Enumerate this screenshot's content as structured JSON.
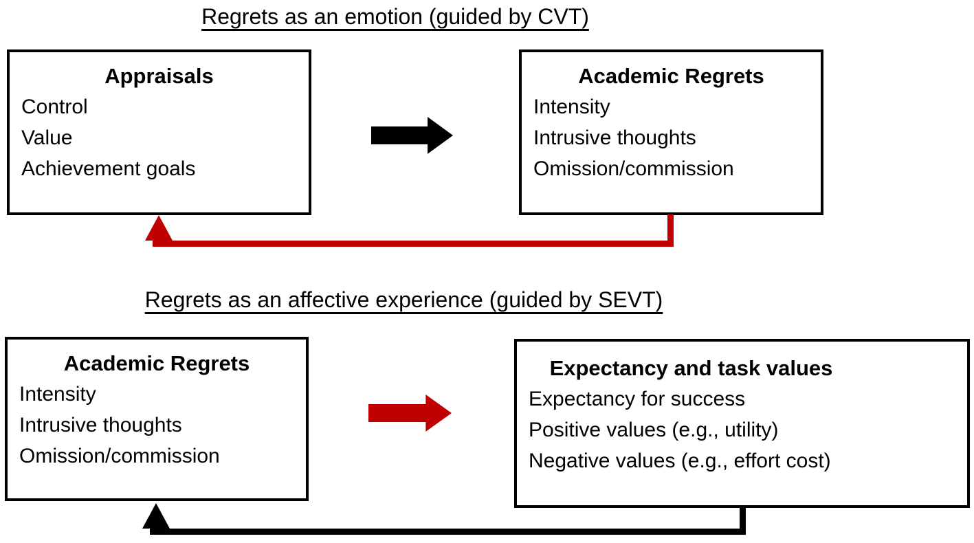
{
  "colors": {
    "ink": "#000000",
    "accent-red": "#c00000",
    "bg": "#ffffff"
  },
  "diagram": {
    "sections": [
      {
        "title": "Regrets as an emotion (guided by CVT)",
        "left_box": {
          "heading": "Appraisals",
          "items": [
            "Control",
            "Value",
            "Achievement goals"
          ]
        },
        "right_box": {
          "heading": "Academic Regrets",
          "items": [
            "Intensity",
            "Intrusive thoughts",
            "Omission/commission"
          ]
        },
        "forward_arrow_color": "black",
        "feedback_arrow_color": "dark-red",
        "feedback_direction": "right-box-bottom to left-box-bottom"
      },
      {
        "title": "Regrets as an affective experience (guided by SEVT)",
        "left_box": {
          "heading": "Academic Regrets",
          "items": [
            "Intensity",
            "Intrusive thoughts",
            "Omission/commission"
          ]
        },
        "right_box": {
          "heading": "Expectancy and task values",
          "items": [
            "Expectancy for success",
            "Positive values (e.g., utility)",
            "Negative values (e.g., effort cost)"
          ]
        },
        "forward_arrow_color": "dark-red",
        "feedback_arrow_color": "black",
        "feedback_direction": "right-box-bottom to left-box-bottom"
      }
    ]
  }
}
